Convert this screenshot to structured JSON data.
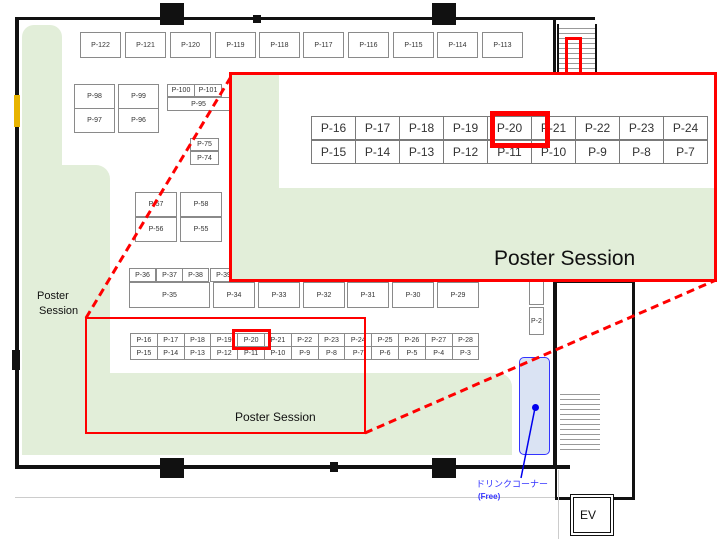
{
  "map": {
    "top_row": [
      "P-122",
      "P-121",
      "P-120",
      "P-119",
      "P-118",
      "P-117",
      "P-116",
      "P-115",
      "P-114",
      "P-113"
    ],
    "block_98": [
      "P-98",
      "P-97",
      "P-99",
      "P-96"
    ],
    "block_100": [
      "P-100",
      "P-101",
      "P-95"
    ],
    "block_75": [
      "P-75",
      "P-74"
    ],
    "block_57": [
      "P-57",
      "P-56",
      "P-58",
      "P-55"
    ],
    "row_36_top": [
      "P-36",
      "P-37",
      "P-38",
      "P-39"
    ],
    "row_35": [
      "P-35",
      "P-34",
      "P-33",
      "P-32",
      "P-31",
      "P-30",
      "P-29"
    ],
    "row_bottom_top": [
      "P-16",
      "P-17",
      "P-18",
      "P-19",
      "P-20",
      "P-21",
      "P-22",
      "P-23",
      "P-24",
      "P-25",
      "P-26",
      "P-27",
      "P-28"
    ],
    "row_bottom_bottom": [
      "P-15",
      "P-14",
      "P-13",
      "P-12",
      "P-11",
      "P-10",
      "P-9",
      "P-8",
      "P-7",
      "P-6",
      "P-5",
      "P-4",
      "P-3"
    ],
    "side_booth": "P-2",
    "poster_session_side": [
      "Poster",
      "Session"
    ],
    "poster_session_label": "Poster Session",
    "drink_corner": "ドリンクコーナー",
    "drink_free": "(Free)",
    "elevator": "EV",
    "highlighted_booth": "P-20"
  },
  "inset": {
    "row_top": [
      "P-16",
      "P-17",
      "P-18",
      "P-19",
      "P-20",
      "P-21",
      "P-22",
      "P-23",
      "P-24"
    ],
    "row_bottom": [
      "P-15",
      "P-14",
      "P-13",
      "P-12",
      "P-11",
      "P-10",
      "P-9",
      "P-8",
      "P-7"
    ],
    "poster_session_label": "Poster Session"
  },
  "colors": {
    "highlight": "#ff0000",
    "green": "#e2eed9",
    "drink": "#dae3f3",
    "drink_border": "#3333ff"
  }
}
